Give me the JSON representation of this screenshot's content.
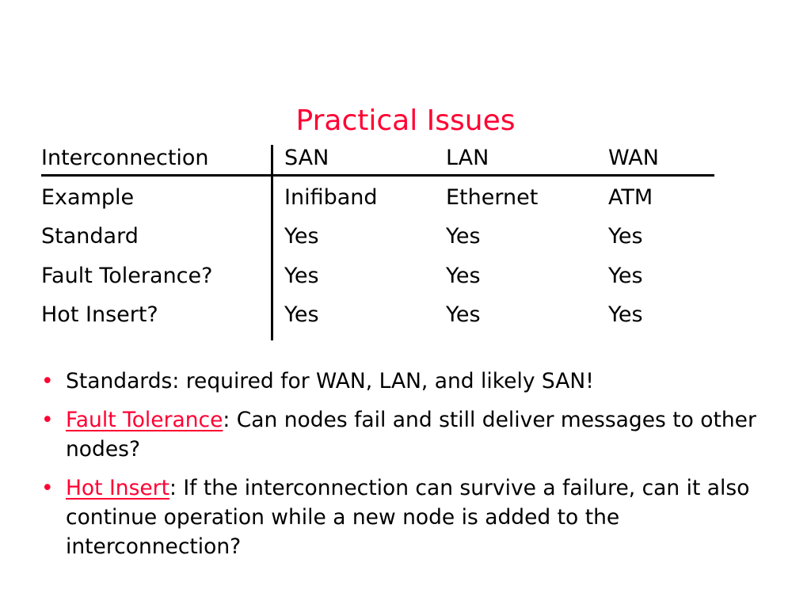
{
  "slide": {
    "title": "Practical Issues"
  },
  "table": {
    "headers": [
      "Interconnection",
      "SAN",
      "LAN",
      "WAN"
    ],
    "rows": [
      [
        "Example",
        "Inifiband",
        "Ethernet",
        "ATM"
      ],
      [
        "Standard",
        "Yes",
        "Yes",
        "Yes"
      ],
      [
        "Fault Tolerance?",
        "Yes",
        "Yes",
        "Yes"
      ],
      [
        "Hot Insert?",
        "Yes",
        "Yes",
        "Yes"
      ]
    ]
  },
  "bullets": [
    {
      "term": "",
      "separator": "",
      "text": "Standards: required for WAN, LAN, and likely SAN!"
    },
    {
      "term": "Fault Tolerance",
      "separator": ":",
      "text": " Can nodes fail and still deliver messages to other nodes?"
    },
    {
      "term": "Hot Insert",
      "separator": ":",
      "text": " If the interconnection can survive a failure, can it also continue operation while a new node is added to the interconnection?"
    }
  ],
  "colors": {
    "title": "#ff0033",
    "accent": "#ff0033",
    "text": "#000000",
    "background": "#ffffff"
  },
  "icons": {
    "bullet": "•"
  }
}
